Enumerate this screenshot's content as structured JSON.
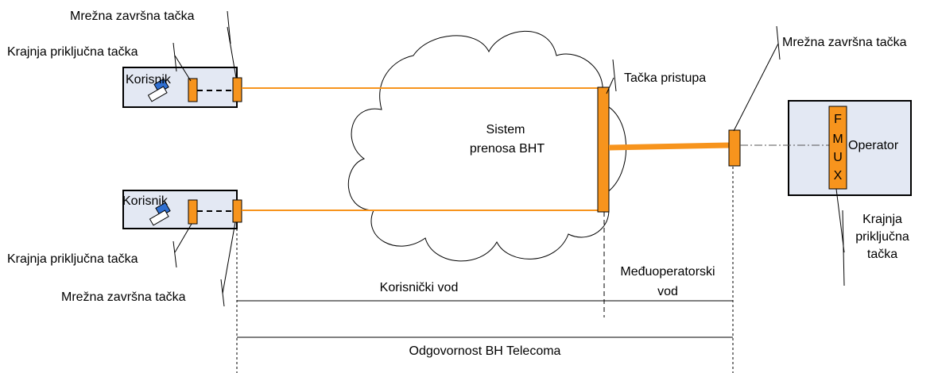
{
  "labels": {
    "mzt_top_left": "Mrežna završna tačka",
    "kpt_top_left": "Krajnja priključna tačka",
    "korisnik_top": "Korisnik",
    "korisnik_bottom": "Korisnik",
    "kpt_bottom_left": "Krajnja priključna tačka",
    "mzt_bottom_left": "Mrežna završna tačka",
    "cloud_line1": "Sistem",
    "cloud_line2": "prenosa BHT",
    "tacka_pristupa": "Tačka pristupa",
    "mzt_right": "Mrežna završna tačka",
    "operator": "Operator",
    "fmux": [
      "F",
      "M",
      "U",
      "X"
    ],
    "kpt_right": [
      "Krajnja",
      "priključna",
      "tačka"
    ],
    "korisnicki_vod": "Korisnički vod",
    "medjuoperatorski_vod": [
      "Međuoperatorski",
      "vod"
    ],
    "odgovornost": "Odgovornost BH Telecoma"
  },
  "colors": {
    "orange": "#f7941d",
    "box_fill": "#e3e8f3",
    "line": "#000000",
    "computer": "#2f6fd1"
  }
}
